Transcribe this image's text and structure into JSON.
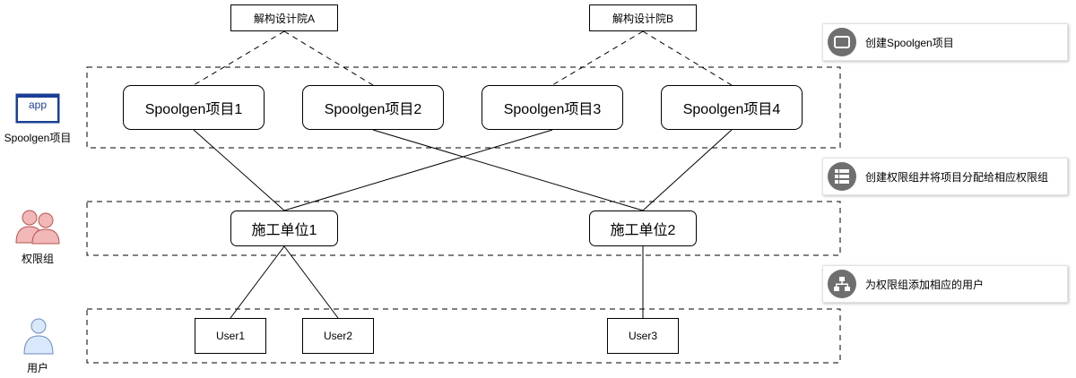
{
  "design_institutes": [
    "解构设计院A",
    "解构设计院B"
  ],
  "projects": [
    "Spoolgen项目1",
    "Spoolgen项目2",
    "Spoolgen项目3",
    "Spoolgen项目4"
  ],
  "units": [
    "施工单位1",
    "施工单位2"
  ],
  "users": [
    "User1",
    "User2",
    "User3"
  ],
  "left_legend": {
    "app_icon_text": "app",
    "projects_label": "Spoolgen项目",
    "groups_label": "权限组",
    "users_label": "用户"
  },
  "steps": [
    {
      "text": "创建Spoolgen项目",
      "icon": "window-icon"
    },
    {
      "text": "创建权限组并将项目分配给相应权限组",
      "icon": "list-icon"
    },
    {
      "text": "为权限组添加相应的用户",
      "icon": "hierarchy-icon"
    }
  ],
  "colors": {
    "app_icon_blue": "#1b3f94",
    "group_icon_fill": "#f2b8b8",
    "group_icon_stroke": "#b85450",
    "user_icon_fill": "#dae8fc",
    "user_icon_stroke": "#6c8ebf",
    "step_circle": "#6f6f6f"
  }
}
